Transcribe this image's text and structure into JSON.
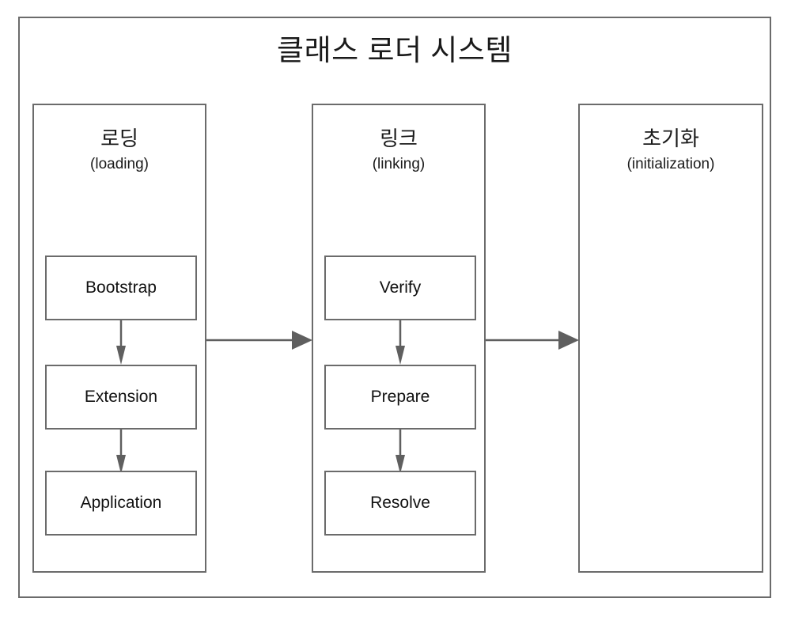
{
  "diagram": {
    "title": "클래스 로더 시스템",
    "frame_border_color": "#6b6b6b",
    "background_color": "#ffffff",
    "arrow_color": "#5f5f5f",
    "text_color": "#1a1a1a",
    "phases": [
      {
        "id": "loading",
        "title_ko": "로딩",
        "title_en": "(loading)",
        "steps": [
          {
            "label": "Bootstrap"
          },
          {
            "label": "Extension"
          },
          {
            "label": "Application"
          }
        ]
      },
      {
        "id": "linking",
        "title_ko": "링크",
        "title_en": "(linking)",
        "steps": [
          {
            "label": "Verify"
          },
          {
            "label": "Prepare"
          },
          {
            "label": "Resolve"
          }
        ]
      },
      {
        "id": "initialization",
        "title_ko": "초기화",
        "title_en": "(initialization)",
        "steps": []
      }
    ],
    "flow_arrows": [
      {
        "id": "loading-to-linking",
        "from": "loading",
        "to": "linking",
        "direction": "right"
      },
      {
        "id": "linking-to-initialization",
        "from": "linking",
        "to": "initialization",
        "direction": "right"
      }
    ],
    "step_arrows": [
      {
        "id": "bootstrap-to-extension",
        "direction": "down"
      },
      {
        "id": "extension-to-application",
        "direction": "down"
      },
      {
        "id": "verify-to-prepare",
        "direction": "down"
      },
      {
        "id": "prepare-to-resolve",
        "direction": "down"
      }
    ]
  }
}
